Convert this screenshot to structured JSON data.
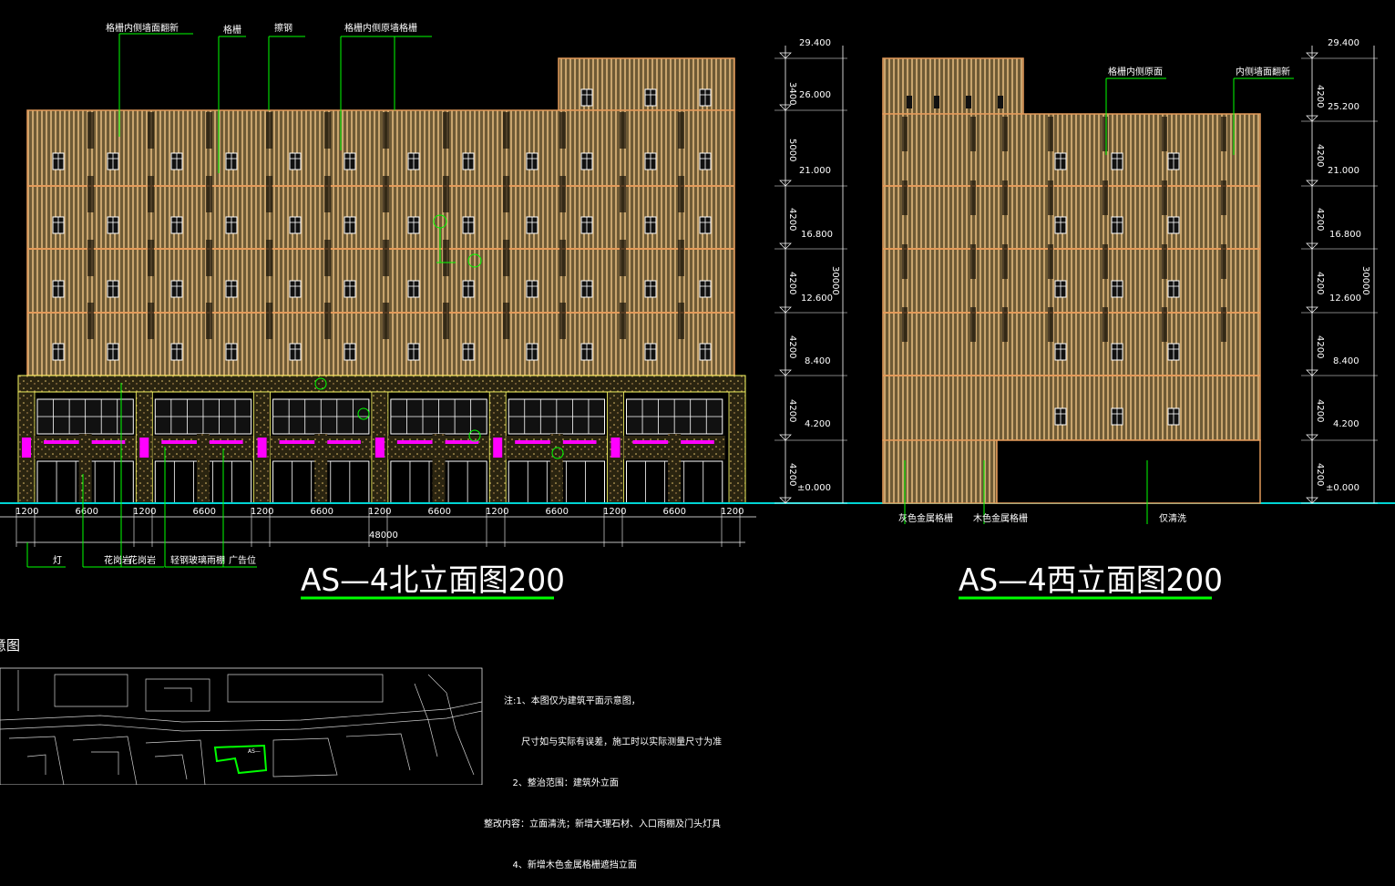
{
  "north": {
    "title": "AS—4北立面图200",
    "top_labels": [
      "格栅内侧墙面翻新",
      "格栅",
      "擦钢",
      "格栅内侧原墙格栅"
    ],
    "elevations": [
      "29.400",
      "26.000",
      "21.000",
      "16.800",
      "12.600",
      "8.400",
      "4.200",
      "±0.000"
    ],
    "dims": [
      "3400",
      "5000",
      "4200",
      "4200",
      "4200",
      "4200",
      "4200"
    ],
    "total_height": "30000",
    "bottom_dims": [
      "1200",
      "6600",
      "1200",
      "6600",
      "1200",
      "6600",
      "1200",
      "6600",
      "1200",
      "6600",
      "1200",
      "6600",
      "1200"
    ],
    "total_width": "48000",
    "bottom_labels": [
      "灯",
      "花岗岩",
      "花岗岩",
      "轻钢玻璃雨棚",
      "广告位"
    ]
  },
  "west": {
    "title": "AS—4西立面图200",
    "top_labels": [
      "格栅内侧原面",
      "内侧墙面翻新"
    ],
    "elevations": [
      "29.400",
      "25.200",
      "21.000",
      "16.800",
      "12.600",
      "8.400",
      "4.200",
      "±0.000"
    ],
    "dims": [
      "4200",
      "4200",
      "4200",
      "4200",
      "4200",
      "4200",
      "4200"
    ],
    "total_height": "30000",
    "bottom_labels": [
      "灰色金属格栅",
      "木色金属格栅",
      "仅清洗"
    ]
  },
  "site_plan": {
    "title": "意图",
    "marker": "AS—"
  },
  "notes": [
    "注:1、本图仅为建筑平面示意图，",
    "      尺寸如与实际有误差，施工时以实际测量尺寸为准",
    "   2、整治范围：建筑外立面",
    "整改内容：立面清洗；新增大理石材、入口雨棚及门头灯具",
    "   4、新增木色金属格栅遮挡立面"
  ],
  "colors": {
    "facade": "#8a7245",
    "slat": "#c9a56e",
    "outline": "#e39a5a",
    "window": "#ffffff",
    "leader": "#00ff00",
    "ground": "#00d4d4",
    "base": "#ffff66",
    "accent": "#ff00ff"
  }
}
